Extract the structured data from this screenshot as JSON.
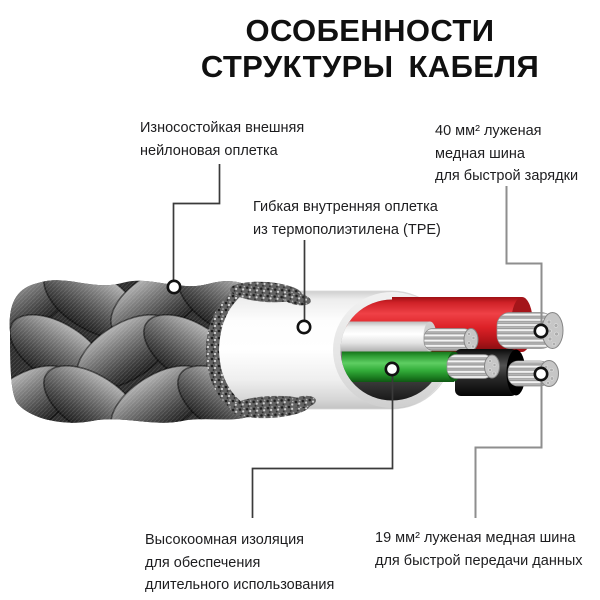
{
  "title": {
    "line1": "ОСОБЕННОСТИ",
    "line2": "СТРУКТУРЫ КАБЕЛЯ"
  },
  "callouts": [
    {
      "id": "nylon-braid",
      "text": "Износостойкая внешняя\nнейлоновая оплетка"
    },
    {
      "id": "inner-tpe",
      "text": "Гибкая внутренняя оплетка\nиз термополиэтилена (TPE)"
    },
    {
      "id": "charging-bus",
      "text": "40 мм² луженая\nмедная шина\nдля быстрой зарядки"
    },
    {
      "id": "insulation",
      "text": "Высокоомная изоляция\nдля обеспечения\nдлительного использования"
    },
    {
      "id": "data-bus",
      "text": "19 мм² луженая медная шина\nдля быстрой передачи данных"
    }
  ],
  "colors": {
    "background": "#ffffff",
    "title_color": "#101010",
    "label_color": "#1d1d1f",
    "line_dark": "#3a3a3a",
    "line_gray": "#8e8e8e",
    "marker_ring": "#111111",
    "marker_fill": "#ffffff",
    "braid_gray": "#6f6f6f",
    "tube_white": "#fafafa",
    "wire_red": "#dd2127",
    "wire_white": "#f2f2f2",
    "wire_green": "#2ea838",
    "wire_black": "#1d1d1d",
    "conductor_silver": "#c7c7c7"
  }
}
